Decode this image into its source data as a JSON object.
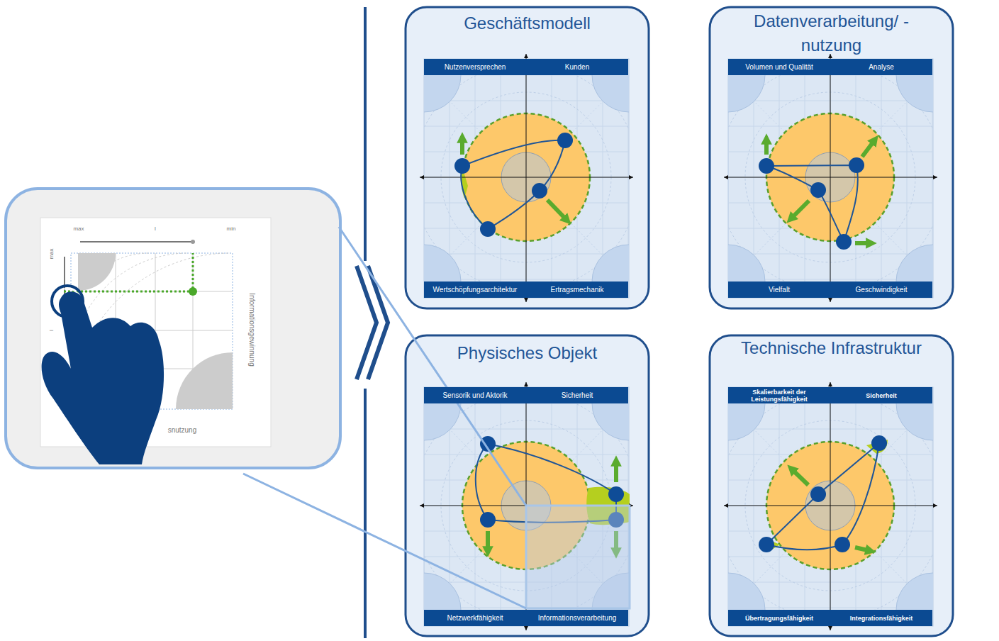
{
  "diagram": {
    "nodes": [
      {
        "text": [
          "Geschäftsmodell"
        ]
      },
      {
        "text": [
          "Nutzenversprechen"
        ],
        "in": 0
      },
      {
        "text": [
          "Kunden"
        ],
        "in": 0
      },
      {
        "text": [
          "Wertschöpfungsarchitektur"
        ],
        "in": 0
      },
      {
        "text": [
          "Ertragsmechanik"
        ],
        "in": 0
      },
      {
        "text": [
          "Datenverarbeitung/ -nutzung"
        ]
      },
      {
        "text": [
          "Volumen und Qualität"
        ],
        "in": 5
      },
      {
        "text": [
          "Analyse"
        ],
        "in": 5
      },
      {
        "text": [
          "Vielfalt"
        ],
        "in": 5
      },
      {
        "text": [
          "Geschwindigkeit"
        ],
        "in": 5
      },
      {
        "text": [
          "Physisches Objekt"
        ]
      },
      {
        "text": [
          "Sensorik und Aktorik"
        ],
        "in": 10
      },
      {
        "text": [
          "Sicherheit"
        ],
        "in": 10
      },
      {
        "text": [
          "Netzwerkfähigkeit"
        ],
        "in": 10
      },
      {
        "text": [
          "Informationsverarbeitung"
        ],
        "in": 10
      },
      {
        "text": [
          "Technische Infrastruktur"
        ]
      },
      {
        "text": [
          "Skalierbarkeit der Leistungsfähigkeit"
        ],
        "in": 15
      },
      {
        "text": [
          "Sicherheit"
        ],
        "in": 15
      },
      {
        "text": [
          "Übertragungsfähigkeit"
        ],
        "in": 15
      },
      {
        "text": [
          "Integrationsfähigkeit"
        ],
        "in": 15
      }
    ],
    "labels": [
      "max",
      "l",
      "min",
      "max",
      "l",
      "Informationsgewinnung",
      "snutzung"
    ]
  }
}
